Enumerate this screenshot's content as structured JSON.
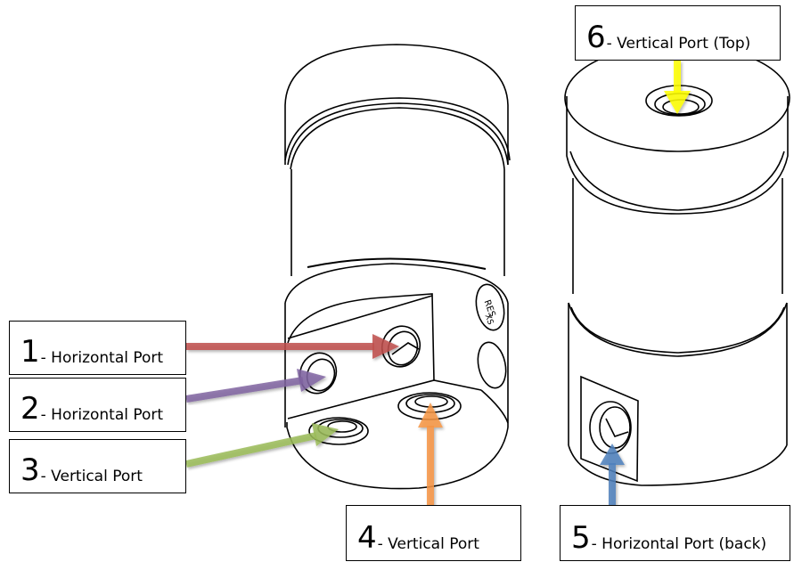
{
  "figure": {
    "description": "Line drawing of a cylindrical fitting block (two views) with six labeled ports",
    "engraving": [
      "RES",
      "XS"
    ]
  },
  "labels": [
    {
      "id": 1,
      "number": "1",
      "text": "- Horizontal Port",
      "arrow_color": "#c0504d"
    },
    {
      "id": 2,
      "number": "2",
      "text": "- Horizontal Port",
      "arrow_color": "#8064a2"
    },
    {
      "id": 3,
      "number": "3",
      "text": "- Vertical Port",
      "arrow_color": "#9bbb59"
    },
    {
      "id": 4,
      "number": "4",
      "text": "- Vertical Port",
      "arrow_color": "#f79646"
    },
    {
      "id": 5,
      "number": "5",
      "text": "- Horizontal Port (back)",
      "arrow_color": "#4f81bd"
    },
    {
      "id": 6,
      "number": "6",
      "text": "- Vertical Port (Top)",
      "arrow_color": "#ffff00"
    }
  ]
}
